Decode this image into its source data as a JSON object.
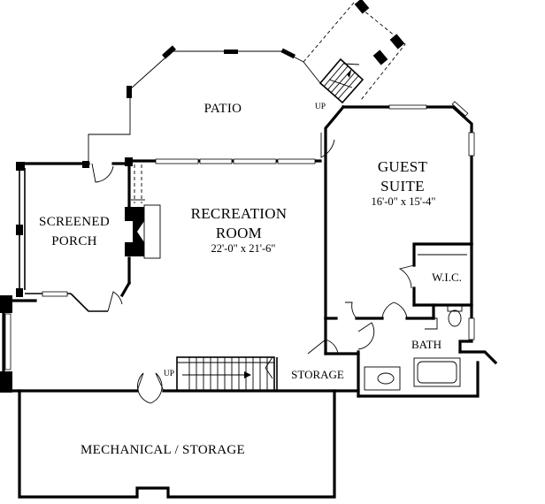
{
  "rooms": {
    "patio": {
      "label": "PATIO"
    },
    "guest_suite": {
      "line1": "GUEST",
      "line2": "SUITE",
      "dimensions": "16'-0\" x 15'-4\""
    },
    "recreation_room": {
      "line1": "RECREATION",
      "line2": "ROOM",
      "dimensions": "22'-0\" x 21'-6\""
    },
    "screened_porch": {
      "line1": "SCREENED",
      "line2": "PORCH"
    },
    "wic": {
      "label": "W.I.C."
    },
    "bath": {
      "label": "BATH"
    },
    "storage": {
      "label": "STORAGE"
    },
    "mechanical_storage": {
      "label": "MECHANICAL / STORAGE"
    }
  },
  "stairs": {
    "exterior_up": "UP",
    "interior_up": "UP"
  }
}
